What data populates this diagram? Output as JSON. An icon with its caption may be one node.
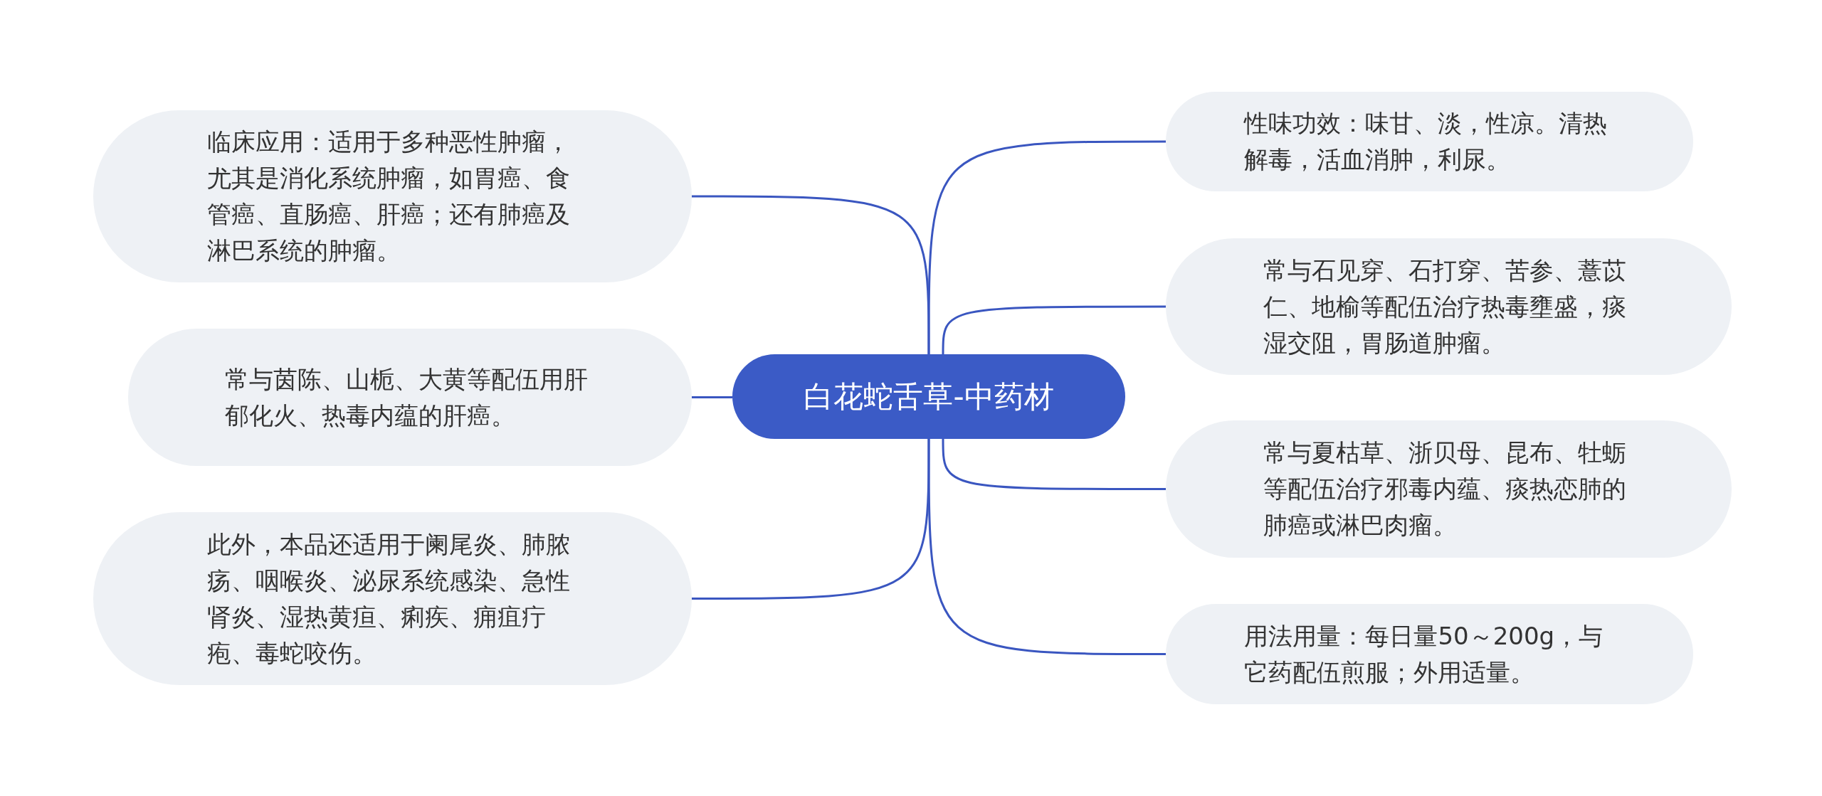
{
  "diagram": {
    "nodes": [
      {
        "text": [
          "白花蛇舌草-中药材"
        ]
      },
      {
        "text": [
          "临床应用：适用于多种恶性肿瘤，尤其是消化系统肿瘤，如胃癌、食管癌、直肠癌、肝癌；还有肺癌及淋巴系统的肿瘤。"
        ]
      },
      {
        "text": [
          "常与茵陈、山栀、大黄等配伍用肝郁化火、热毒内蕴的肝癌。"
        ]
      },
      {
        "text": [
          "此外，本品还适用于阑尾炎、肺脓疡、咽喉炎、泌尿系统感染、急性肾炎、湿热黄疸、痢疾、痈疽疔疱、毒蛇咬伤。"
        ]
      },
      {
        "text": [
          "性味功效：味甘、淡，性凉。清热解毒，活血消肿，利尿。"
        ]
      },
      {
        "text": [
          "常与石见穿、石打穿、苦参、薏苡仁、地榆等配伍治疗热毒壅盛，痰湿交阻，胃肠道肿瘤。"
        ]
      },
      {
        "text": [
          "常与夏枯草、浙贝母、昆布、牡蛎等配伍治疗邪毒内蕴、痰热恋肺的肺癌或淋巴肉瘤。"
        ]
      },
      {
        "text": [
          "用法用量：每日量50～200g，与它药配伍煎服；外用适量。"
        ]
      }
    ],
    "edges": [
      {
        "from": 0,
        "to": 1,
        "arrow": "none"
      },
      {
        "from": 0,
        "to": 2,
        "arrow": "none"
      },
      {
        "from": 0,
        "to": 3,
        "arrow": "none"
      },
      {
        "from": 0,
        "to": 4,
        "arrow": "none"
      },
      {
        "from": 0,
        "to": 5,
        "arrow": "none"
      },
      {
        "from": 0,
        "to": 6,
        "arrow": "none"
      },
      {
        "from": 0,
        "to": 7,
        "arrow": "none"
      }
    ]
  }
}
